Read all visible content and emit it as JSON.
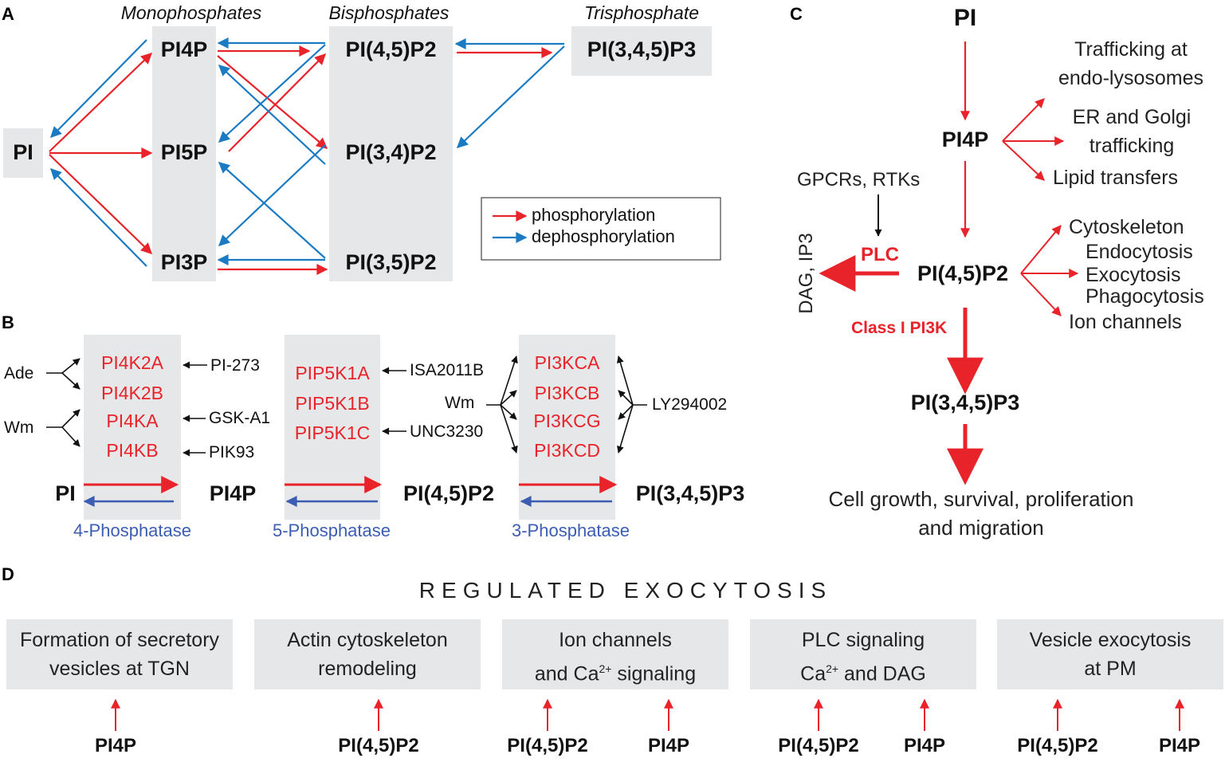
{
  "colors": {
    "phosphorylation": "#e8232a",
    "dephosphorylation": "#1a7bc3",
    "phosphatase": "#3b5db2",
    "box": "#e6e7e8"
  },
  "panelA": {
    "letter": "A",
    "headers": {
      "mono": "Monophosphates",
      "bis": "Bisphosphates",
      "tris": "Trisphosphate"
    },
    "nodes": {
      "pi": "PI",
      "pi4p": "PI4P",
      "pi5p": "PI5P",
      "pi3p": "PI3P",
      "pi45p2": "PI(4,5)P2",
      "pi34p2": "PI(3,4)P2",
      "pi35p2": "PI(3,5)P2",
      "pip3": "PI(3,4,5)P3"
    },
    "legend": {
      "phosphorylation": "phosphorylation",
      "dephosphorylation": "dephosphorylation"
    }
  },
  "panelB": {
    "letter": "B",
    "pi4k": [
      "PI4K2A",
      "PI4K2B",
      "PI4KA",
      "PI4KB"
    ],
    "pip5k": [
      "PIP5K1A",
      "PIP5K1B",
      "PIP5K1C"
    ],
    "pi3k": [
      "PI3KCA",
      "PI3KCB",
      "PI3KCG",
      "PI3KCD"
    ],
    "inhibitors": {
      "ade": "Ade",
      "wm": "Wm",
      "pi273": "PI-273",
      "gska1": "GSK-A1",
      "pik93": "PIK93",
      "isa": "ISA2011B",
      "unc": "UNC3230",
      "wm2": "Wm",
      "ly": "LY294002"
    },
    "nodes": {
      "pi": "PI",
      "pi4p": "PI4P",
      "pi45p2": "PI(4,5)P2",
      "pip3": "PI(3,4,5)P3"
    },
    "phosphatases": [
      "4-Phosphatase",
      "5-Phosphatase",
      "3-Phosphatase"
    ]
  },
  "panelC": {
    "letter": "C",
    "nodes": {
      "pi": "PI",
      "pi4p": "PI4P",
      "pi45p2": "PI(4,5)P2",
      "pip3": "PI(3,4,5)P3"
    },
    "pi4p_functions": [
      "Trafficking at",
      "endo-lysosomes",
      "ER and Golgi",
      "trafficking",
      "Lipid transfers"
    ],
    "pip2_functions": [
      "Cytoskeleton",
      "Endocytosis",
      "Exocytosis",
      "Phagocytosis",
      "Ion channels"
    ],
    "gpcr": "GPCRs, RTKs",
    "plc": "PLC",
    "dag": "DAG, IP3",
    "class1": "Class I PI3K",
    "outcome": [
      "Cell growth, survival, proliferation",
      "and migration"
    ]
  },
  "panelD": {
    "letter": "D",
    "title": "REGULATED EXOCYTOSIS",
    "boxes": [
      {
        "line1": "Formation of secretory",
        "line2": "vesicles at TGN",
        "lipids": [
          "PI4P"
        ]
      },
      {
        "line1": "Actin cytoskeleton",
        "line2": "remodeling",
        "lipids": [
          "PI(4,5)P2"
        ]
      },
      {
        "line1": "Ion channels",
        "line2_pre": "and Ca",
        "line2_sup": "2+",
        "line2_post": " signaling",
        "lipids": [
          "PI(4,5)P2",
          "PI4P"
        ]
      },
      {
        "line1": "PLC signaling",
        "line2_pre": "Ca",
        "line2_sup": "2+",
        "line2_post": " and DAG",
        "lipids": [
          "PI(4,5)P2",
          "PI4P"
        ]
      },
      {
        "line1": "Vesicle exocytosis",
        "line2": "at PM",
        "lipids": [
          "PI(4,5)P2",
          "PI4P"
        ]
      }
    ]
  }
}
